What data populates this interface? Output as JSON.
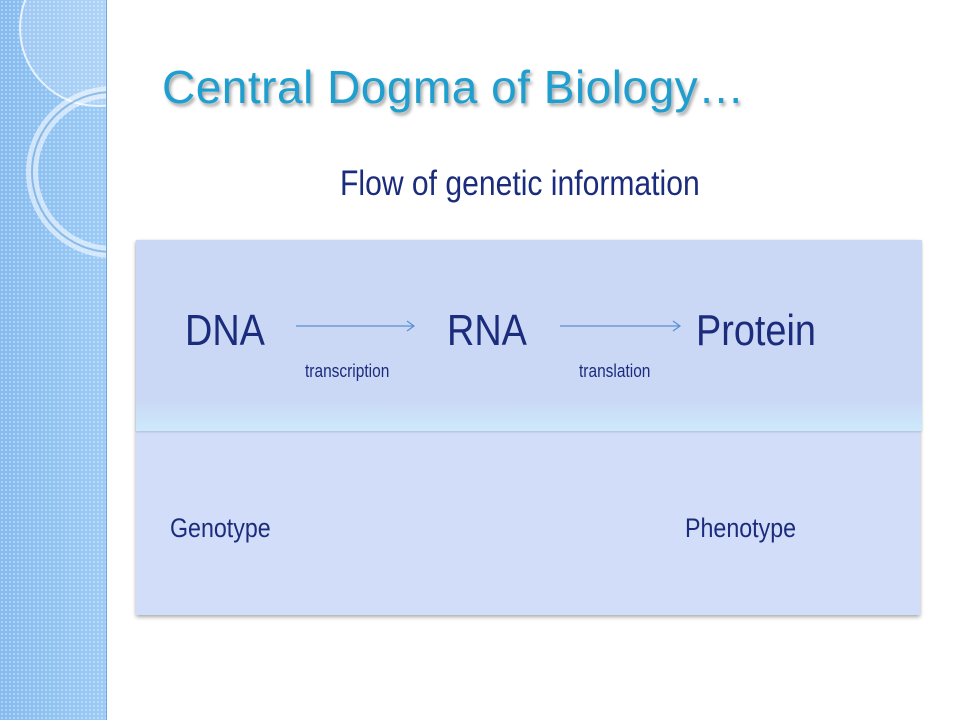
{
  "slide": {
    "title": "Central Dogma of Biology…",
    "subtitle": "Flow of genetic information"
  },
  "flow": {
    "dna": "DNA",
    "rna": "RNA",
    "protein": "Protein",
    "step1": "transcription",
    "step2": "translation"
  },
  "labels": {
    "genotype": "Genotype",
    "phenotype": "Phenotype"
  },
  "colors": {
    "title": "#1e9fcf",
    "text": "#1c2c7c",
    "panel": "#d2ddf9",
    "sidebar": "#8cc0f2",
    "arrow": "#5a8fd4"
  }
}
